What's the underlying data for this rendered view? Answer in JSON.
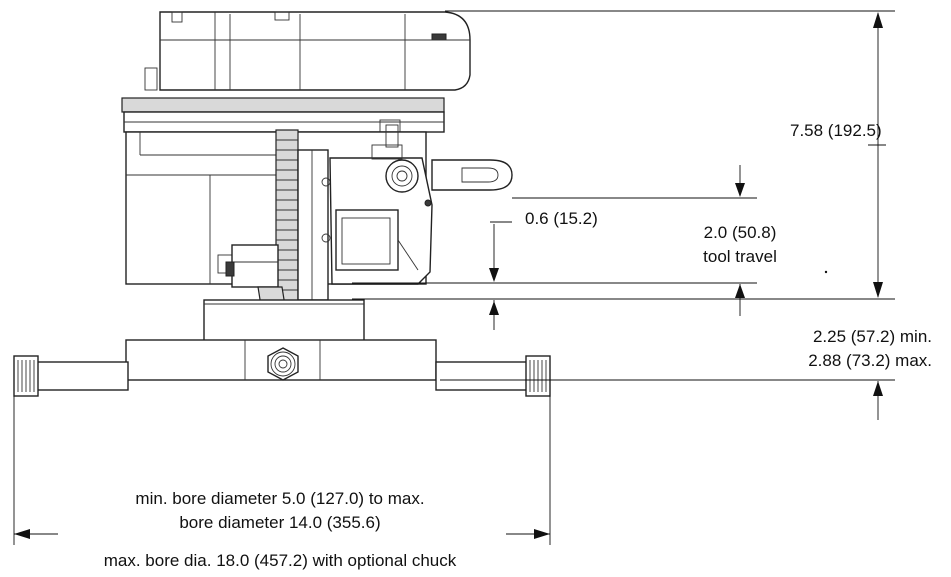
{
  "dimensions": {
    "overall_height": "7.58 (192.5)",
    "offset": "0.6 (15.2)",
    "tool_travel_value": "2.0 (50.8)",
    "tool_travel_label": "tool travel",
    "base_min": "2.25 (57.2) min.",
    "base_max": "2.88 (73.2) max.",
    "bore_line1": "min. bore diameter 5.0 (127.0) to max.",
    "bore_line2": "bore diameter 14.0 (355.6)",
    "chuck_note": "max. bore dia. 18.0 (457.2) with optional chuck"
  },
  "colors": {
    "line": "#222222",
    "shade": "#d9d9d9",
    "background": "#ffffff"
  }
}
